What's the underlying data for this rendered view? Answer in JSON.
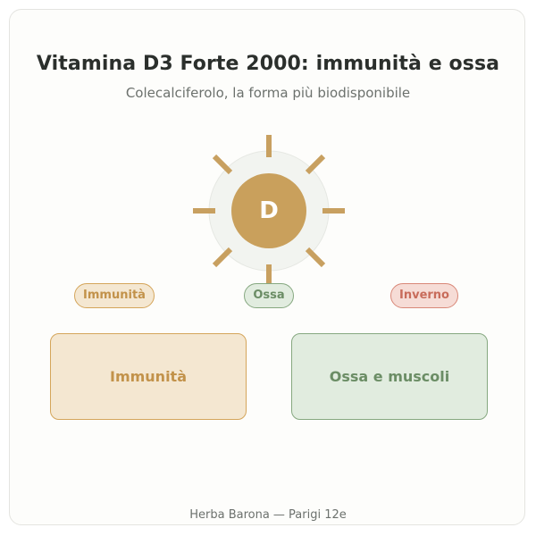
{
  "header": {
    "title": "Vitamina D3 Forte 2000: immunità e ossa",
    "subtitle": "Colecalciferolo, la forma più biodisponibile"
  },
  "sun": {
    "label": "D",
    "icon": "sun-icon",
    "ray_color": "#c8a060",
    "core_color": "#c9a05c",
    "halo_color": "#f2f4f0"
  },
  "tags": [
    {
      "label": "Immunità",
      "color": "#c2924a"
    },
    {
      "label": "Ossa",
      "color": "#6b8d65"
    },
    {
      "label": "Inverno",
      "color": "#c86c5b"
    }
  ],
  "boxes": [
    {
      "label": "Immunità",
      "color": "#c2924a"
    },
    {
      "label": "Ossa e muscoli",
      "color": "#6b8d65"
    }
  ],
  "footer": {
    "text": "Herba Barona — Parigi 12e"
  }
}
